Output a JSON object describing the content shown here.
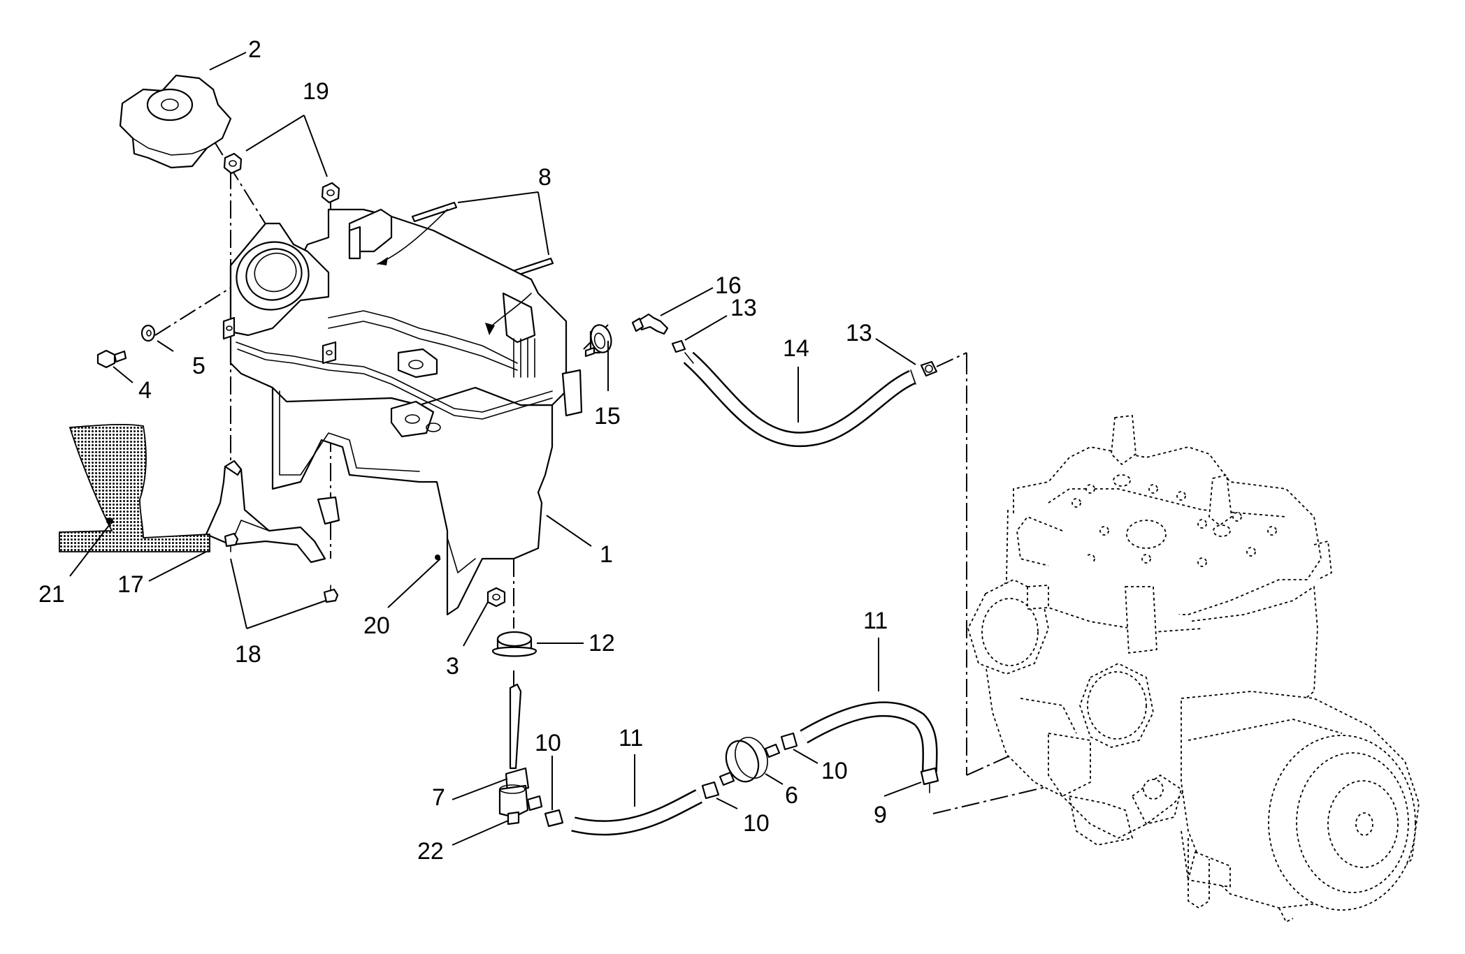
{
  "callouts": {
    "c1": "1",
    "c2": "2",
    "c3": "3",
    "c4": "4",
    "c5": "5",
    "c6": "6",
    "c7": "7",
    "c8": "8",
    "c9": "9",
    "c10a": "10",
    "c10b": "10",
    "c10c": "10",
    "c11a": "11",
    "c11b": "11",
    "c12": "12",
    "c13a": "13",
    "c13b": "13",
    "c14": "14",
    "c15": "15",
    "c16": "16",
    "c17": "17",
    "c18": "18",
    "c19": "19",
    "c20": "20",
    "c21": "21",
    "c22": "22"
  },
  "colors": {
    "line": "#000000",
    "background": "#ffffff"
  }
}
